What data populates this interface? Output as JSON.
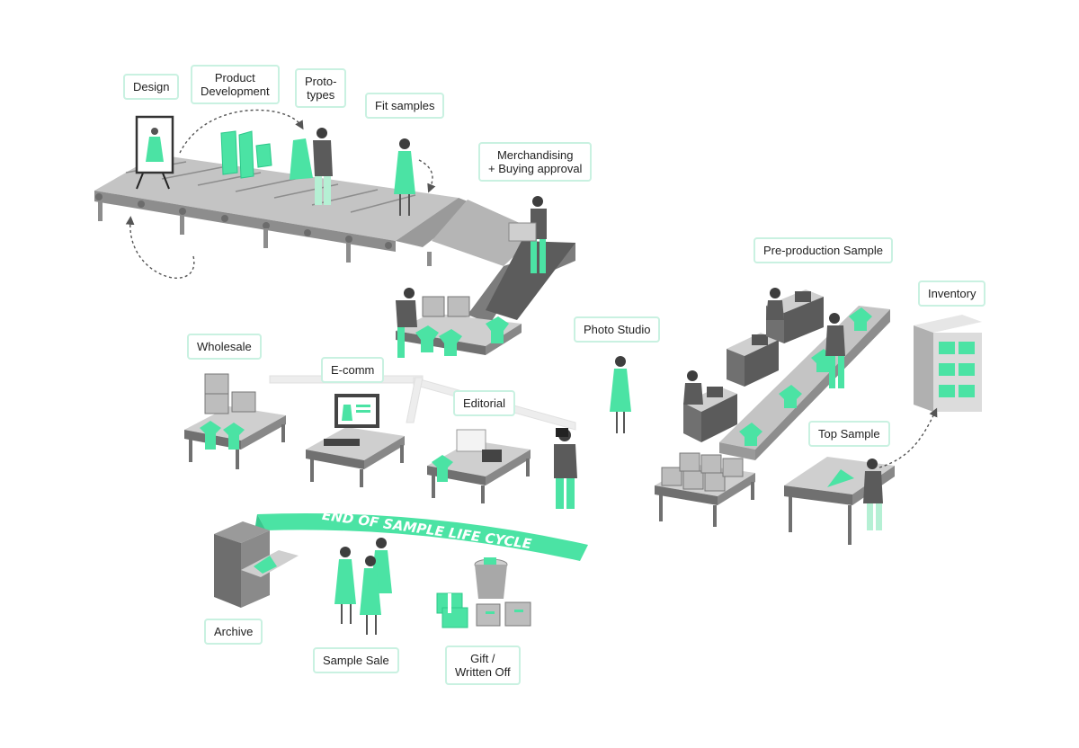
{
  "labels": {
    "design": "Design",
    "product_development": [
      "Product",
      "Development"
    ],
    "prototypes": [
      "Proto-",
      "types"
    ],
    "fit_samples": "Fit samples",
    "merchandising": [
      "Merchandising",
      "+ Buying approval"
    ],
    "pre_production": "Pre-production Sample",
    "inventory": "Inventory",
    "wholesale": "Wholesale",
    "ecomm": "E-comm",
    "photo_studio": "Photo Studio",
    "editorial": "Editorial",
    "top_sample": "Top Sample",
    "archive": "Archive",
    "sample_sale": "Sample Sale",
    "gift_written_off": [
      "Gift /",
      "Written Off"
    ]
  },
  "banner": "END OF SAMPLE LIFE CYCLE",
  "colors": {
    "accent": "#4be3a4",
    "label_border": "#c9f1e1",
    "belt_top": "#bfbfbf",
    "belt_side": "#8d8d8d",
    "machine": "#7a7a7a",
    "person_dark": "#5b5b5b",
    "table_top": "#cfcfcf",
    "table_side": "#707070"
  },
  "icons": [
    "easel-icon",
    "conveyor-belt-icon",
    "person-icon",
    "dress-icon",
    "t-shirt-icon",
    "box-icon",
    "computer-icon",
    "camera-icon",
    "sewing-machine-icon",
    "shelf-icon",
    "trash-can-icon",
    "gift-icon",
    "cabinet-icon"
  ]
}
